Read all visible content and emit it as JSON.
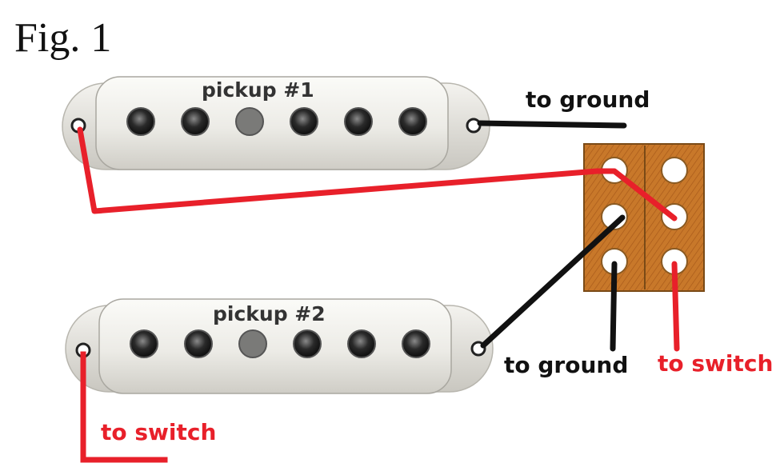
{
  "figure": {
    "label": "Fig. 1"
  },
  "pickups": [
    {
      "label": "pickup #1"
    },
    {
      "label": "pickup #2"
    }
  ],
  "wire_labels": {
    "pickup1_ground": "to ground",
    "pickup2_ground": "to ground",
    "terminal_switch": "to switch",
    "pickup2_switch": "to switch"
  },
  "colors": {
    "hot_wire": "#e8202a",
    "ground_wire": "#111111",
    "terminal_board": "#c8782a",
    "pickup_cover": "#eeeeea"
  }
}
